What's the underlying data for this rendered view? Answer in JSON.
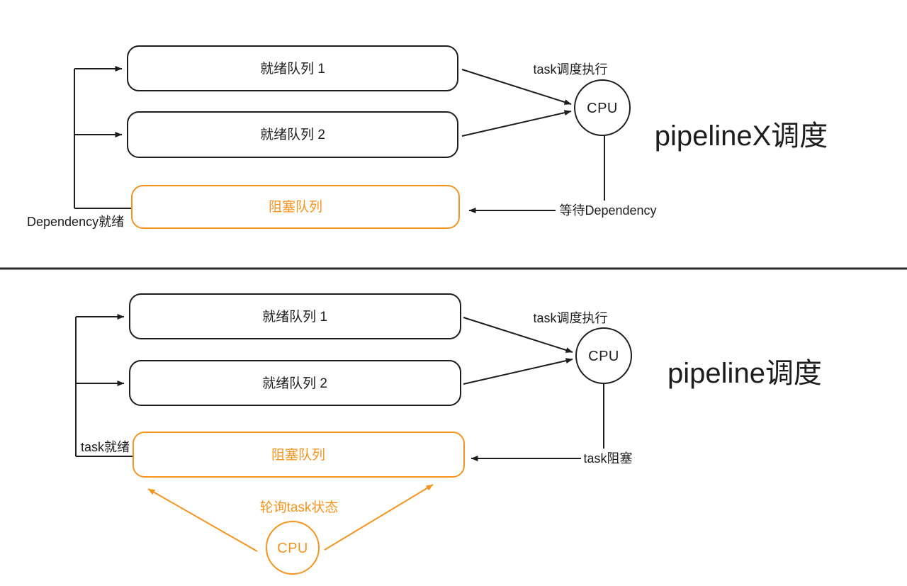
{
  "colors": {
    "ink": "#1d1d1f",
    "orange": "#f7941f",
    "background": "#ffffff"
  },
  "top": {
    "title": "pipelineX调度",
    "queue1_label": "就绪队列 1",
    "queue2_label": "就绪队列 2",
    "blocked_label": "阻塞队列",
    "cpu_label": "CPU",
    "schedule_label": "task调度执行",
    "wait_label": "等待Dependency",
    "ready_label": "Dependency就绪"
  },
  "bottom": {
    "title": "pipeline调度",
    "queue1_label": "就绪队列 1",
    "queue2_label": "就绪队列 2",
    "blocked_label": "阻塞队列",
    "cpu_label": "CPU",
    "poll_cpu_label": "CPU",
    "schedule_label": "task调度执行",
    "blocked_edge_label": "task阻塞",
    "ready_label": "task就绪",
    "poll_label": "轮询task状态"
  }
}
